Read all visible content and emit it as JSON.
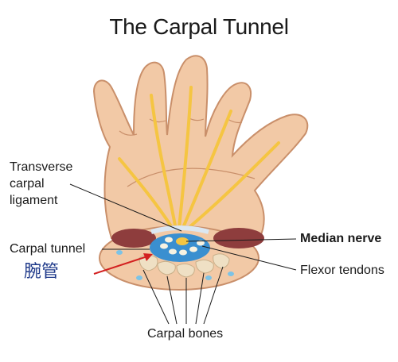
{
  "title": "The Carpal Tunnel",
  "labels": {
    "transverse_carpal_ligament": [
      "Transverse",
      "carpal",
      "ligament"
    ],
    "carpal_tunnel": "Carpal tunnel",
    "carpal_tunnel_chinese": "腕管",
    "median_nerve": "Median nerve",
    "flexor_tendons": "Flexor tendons",
    "carpal_bones": "Carpal bones"
  },
  "colors": {
    "skin": "#f2c9a6",
    "skin_outline": "#c98f6a",
    "nerve": "#f5c542",
    "tunnel": "#3a8fd0",
    "tendon": "#f7f2e2",
    "bone": "#efe0c4",
    "muscle": "#8e3d3d",
    "arrow": "#d32020",
    "chinese_label": "#1f3a8a"
  }
}
